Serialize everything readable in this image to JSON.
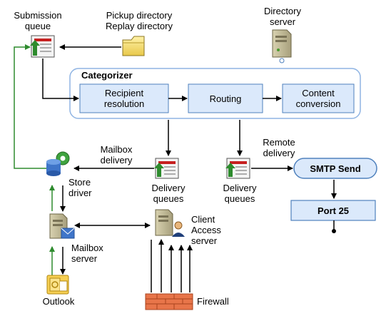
{
  "labels": {
    "submission_queue": [
      "Submission",
      "queue"
    ],
    "pickup_replay": [
      "Pickup directory",
      "Replay directory"
    ],
    "directory_server": [
      "Directory",
      "server"
    ],
    "categorizer": "Categorizer",
    "recipient_resolution": [
      "Recipient",
      "resolution"
    ],
    "routing": "Routing",
    "content_conversion": [
      "Content",
      "conversion"
    ],
    "mailbox_delivery": [
      "Mailbox",
      "delivery"
    ],
    "remote_delivery": [
      "Remote",
      "delivery"
    ],
    "store_driver": [
      "Store",
      "driver"
    ],
    "delivery_queues_1": [
      "Delivery",
      "queues"
    ],
    "delivery_queues_2": [
      "Delivery",
      "queues"
    ],
    "smtp_send": "SMTP Send",
    "port_25": "Port 25",
    "mailbox_server": [
      "Mailbox",
      "server"
    ],
    "client_access_server": [
      "Client",
      "Access",
      "server"
    ],
    "outlook": "Outlook",
    "firewall": "Firewall"
  },
  "colors": {
    "categorizer_border": "#8fb4e3",
    "categorizer_fill": "#ffffff",
    "step_fill": "#dbe9fb",
    "step_border": "#4f81bd",
    "smtp_fill": "#dbe9fb",
    "green_arrow": "#2e8b2e",
    "black_arrow": "#000000"
  },
  "icons": [
    "queue-icon",
    "folder-icon",
    "server-icon",
    "store-driver-icon",
    "mailbox-server-icon",
    "client-access-server-icon",
    "outlook-icon",
    "firewall-icon"
  ]
}
